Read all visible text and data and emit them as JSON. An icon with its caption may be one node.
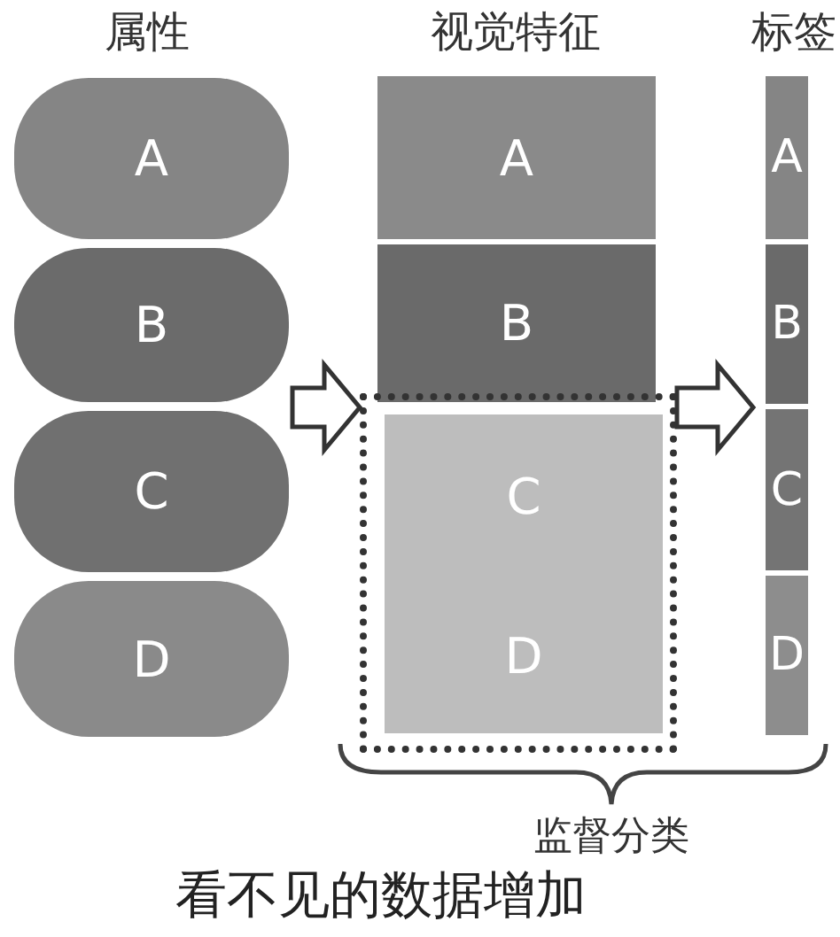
{
  "diagram": {
    "caption": "看不见的数据增加",
    "nodes": [
      {
        "text": [
          "A"
        ]
      },
      {
        "text": [
          "B"
        ]
      },
      {
        "text": [
          "C"
        ]
      },
      {
        "text": [
          "D"
        ]
      },
      {
        "text": [
          "A"
        ]
      },
      {
        "text": [
          "B"
        ]
      },
      {
        "text": [],
        "shape": "box"
      },
      {
        "text": [
          "C"
        ],
        "in": 6
      },
      {
        "text": [
          "D"
        ],
        "in": 6
      },
      {
        "text": [
          "A"
        ]
      },
      {
        "text": [
          "B"
        ]
      },
      {
        "text": [
          "C"
        ]
      },
      {
        "text": [
          "D"
        ]
      }
    ],
    "edges": [
      {
        "from": null,
        "to": 6,
        "arrow": "to"
      },
      {
        "from": 6,
        "to": null,
        "arrow": "to"
      }
    ],
    "labels": [
      "属性",
      "视觉特征",
      "标签",
      "监督分类"
    ]
  }
}
